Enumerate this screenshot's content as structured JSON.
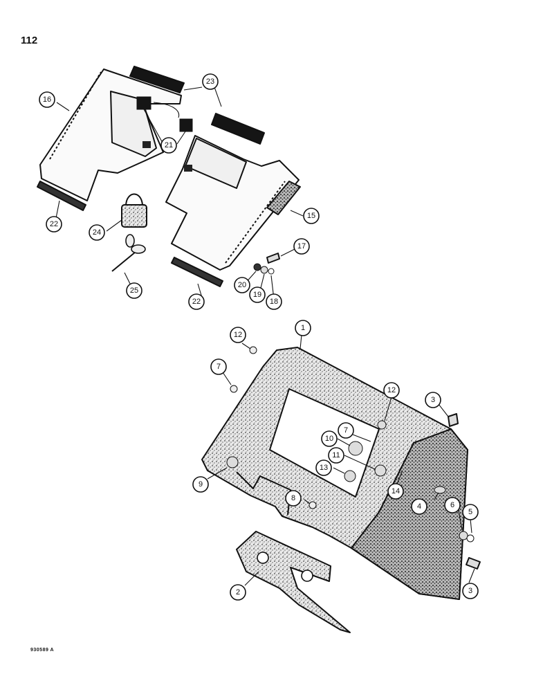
{
  "page_number": "112",
  "figure_code": "930589 A",
  "callouts": [
    {
      "id": "c23",
      "label": "23"
    },
    {
      "id": "c16",
      "label": "16"
    },
    {
      "id": "c21",
      "label": "21"
    },
    {
      "id": "c22a",
      "label": "22"
    },
    {
      "id": "c24",
      "label": "24"
    },
    {
      "id": "c25",
      "label": "25"
    },
    {
      "id": "c15",
      "label": "15"
    },
    {
      "id": "c17",
      "label": "17"
    },
    {
      "id": "c20",
      "label": "20"
    },
    {
      "id": "c19",
      "label": "19"
    },
    {
      "id": "c18",
      "label": "18"
    },
    {
      "id": "c22b",
      "label": "22"
    },
    {
      "id": "c1",
      "label": "1"
    },
    {
      "id": "c12a",
      "label": "12"
    },
    {
      "id": "c7a",
      "label": "7"
    },
    {
      "id": "c12b",
      "label": "12"
    },
    {
      "id": "c3a",
      "label": "3"
    },
    {
      "id": "c7b",
      "label": "7"
    },
    {
      "id": "c10",
      "label": "10"
    },
    {
      "id": "c11",
      "label": "11"
    },
    {
      "id": "c13",
      "label": "13"
    },
    {
      "id": "c9",
      "label": "9"
    },
    {
      "id": "c14",
      "label": "14"
    },
    {
      "id": "c4",
      "label": "4"
    },
    {
      "id": "c6",
      "label": "6"
    },
    {
      "id": "c5",
      "label": "5"
    },
    {
      "id": "c8",
      "label": "8"
    },
    {
      "id": "c2",
      "label": "2"
    },
    {
      "id": "c3b",
      "label": "3"
    }
  ]
}
